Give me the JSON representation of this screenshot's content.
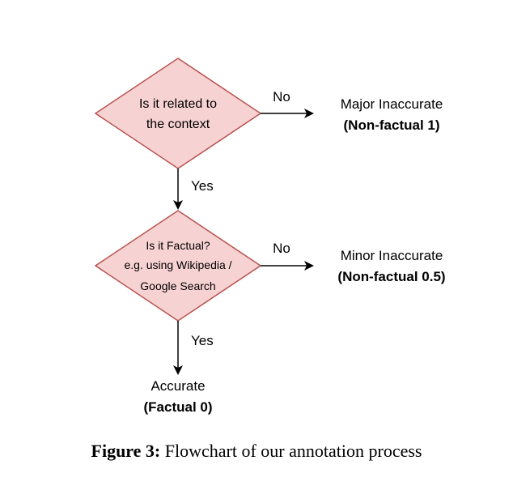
{
  "colors": {
    "diamond_fill": "#f7d2d2",
    "diamond_stroke": "#b85450",
    "line": "#000000"
  },
  "decision1": {
    "line1": "Is it related to",
    "line2": "the context"
  },
  "decision2": {
    "line1": "Is it Factual?",
    "line2": "e.g. using Wikipedia /",
    "line3": "Google Search"
  },
  "edges": {
    "d1_no": "No",
    "d1_yes": "Yes",
    "d2_no": "No",
    "d2_yes": "Yes"
  },
  "outcomes": {
    "major": {
      "title": "Major Inaccurate",
      "detail": "(Non-factual 1)"
    },
    "minor": {
      "title": "Minor Inaccurate",
      "detail": "(Non-factual 0.5)"
    },
    "accurate": {
      "title": "Accurate",
      "detail": "(Factual 0)"
    }
  },
  "caption": {
    "label": "Figure 3:",
    "text": "Flowchart of our annotation process"
  }
}
